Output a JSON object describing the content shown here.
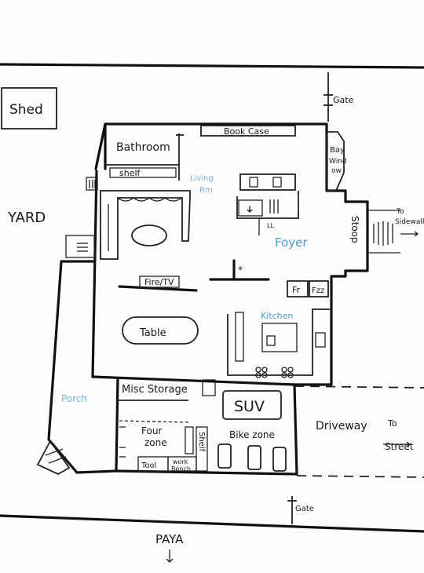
{
  "labels": {
    "shed": "Shed",
    "gate_top": "Gate",
    "bathroom": "Bathroom",
    "book_case": "Book Case",
    "bay_window": [
      "Bay",
      "Wind",
      "ow"
    ],
    "shelf_top": "shelf",
    "living_rm": [
      "Living",
      "Rm"
    ],
    "yard": "YARD",
    "ll": "LL",
    "foyer": "Foyer",
    "stoop": "Stoop",
    "to_sidewalk": [
      "To",
      "Sidewalk"
    ],
    "fire_tv": "Fire/TV",
    "star": "*",
    "fr": "Fr",
    "fzz": "Fzz",
    "table": "Table",
    "kitchen": "Kitchen",
    "porch": "Porch",
    "misc_storage": "Misc Storage",
    "suv": "SUV",
    "driveway": "Driveway",
    "to_street": [
      "To",
      "Street"
    ],
    "four_zone": [
      "Four",
      "zone"
    ],
    "shelf_garage": "Shelf",
    "bike_zone": "Bike zone",
    "tool": "Tool",
    "work_bench": [
      "work",
      "Bench"
    ],
    "gate_bottom": "Gate",
    "paya": "PAYA"
  }
}
